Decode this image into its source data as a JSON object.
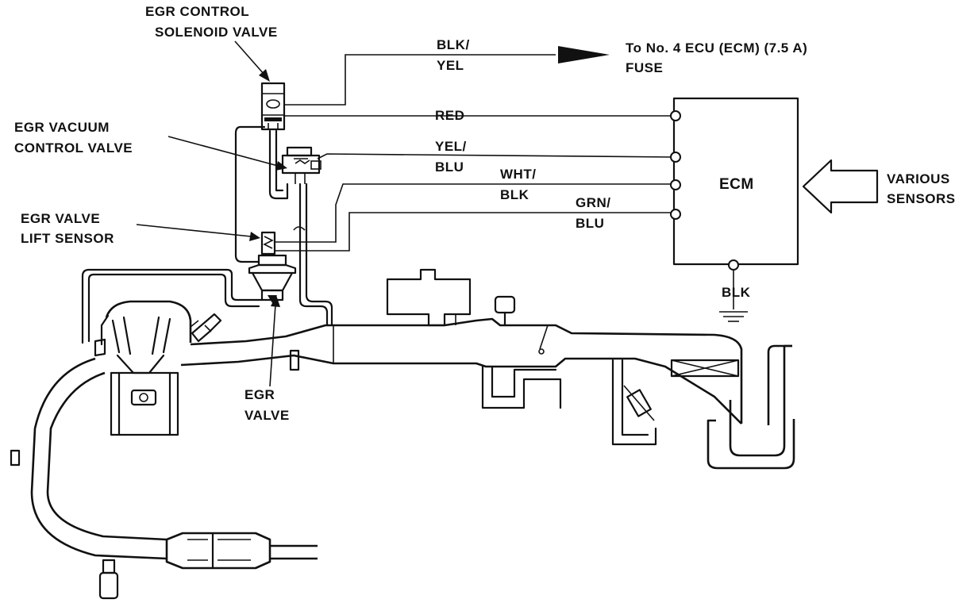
{
  "labels": {
    "egr_control_solenoid_line1": "EGR CONTROL",
    "egr_control_solenoid_line2": "SOLENOID VALVE",
    "egr_vacuum_control_line1": "EGR VACUUM",
    "egr_vacuum_control_line2": "CONTROL VALVE",
    "egr_lift_sensor_line1": "EGR VALVE",
    "egr_lift_sensor_line2": "LIFT SENSOR",
    "egr_valve_line1": "EGR",
    "egr_valve_line2": "VALVE",
    "fuse_line1": "To No. 4 ECU (ECM) (7.5 A)",
    "fuse_line2": "FUSE",
    "ecm": "ECM",
    "various_sensors_line1": "VARIOUS",
    "various_sensors_line2": "SENSORS"
  },
  "wires": {
    "blk_yel_line1": "BLK/",
    "blk_yel_line2": "YEL",
    "red": "RED",
    "yel_blu_line1": "YEL/",
    "yel_blu_line2": "BLU",
    "wht_blk_line1": "WHT/",
    "wht_blk_line2": "BLK",
    "grn_blu_line1": "GRN/",
    "grn_blu_line2": "BLU",
    "blk_ground": "BLK"
  }
}
